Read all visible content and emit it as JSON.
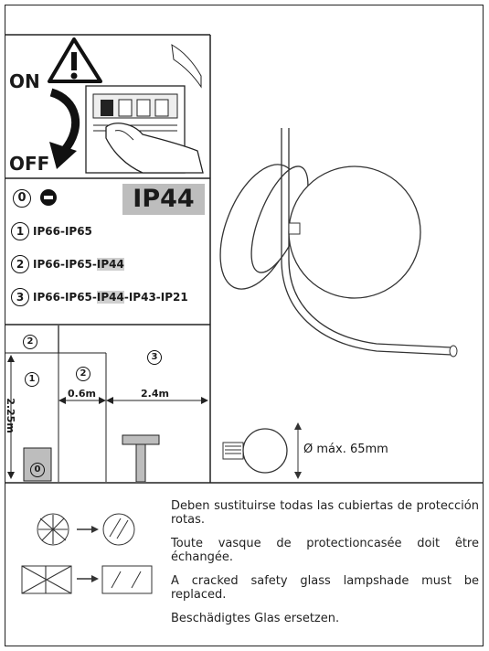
{
  "switch_panel": {
    "on_label": "ON",
    "off_label": "OFF"
  },
  "protection": {
    "class_zero": "0",
    "ip_rating": "IP44",
    "zones": [
      {
        "num": "1",
        "parts": [
          {
            "t": "IP66-IP65",
            "hl": false
          }
        ]
      },
      {
        "num": "2",
        "parts": [
          {
            "t": "IP66-IP65-",
            "hl": false
          },
          {
            "t": "IP44",
            "hl": true
          }
        ]
      },
      {
        "num": "3",
        "parts": [
          {
            "t": "IP66-IP65-",
            "hl": false
          },
          {
            "t": "IP44",
            "hl": true
          },
          {
            "t": "-IP43-IP21",
            "hl": false
          }
        ]
      }
    ]
  },
  "bathroom_zones": {
    "zone2_top": "2",
    "zone1": "1",
    "zone2": "2",
    "zone3": "3",
    "zone0": "0",
    "height": "2.25m",
    "width_zone2": "0.6m",
    "width_zone3": "2.4m"
  },
  "bulb": {
    "max_diameter": "Ø máx. 65mm"
  },
  "warnings": [
    "Deben sustituirse todas las cubiertas de protección rotas.",
    "Toute vasque de protectioncasée doit être échangée.",
    "A cracked safety glass lampshade must be replaced.",
    "Beschädigtes Glas ersetzen."
  ]
}
